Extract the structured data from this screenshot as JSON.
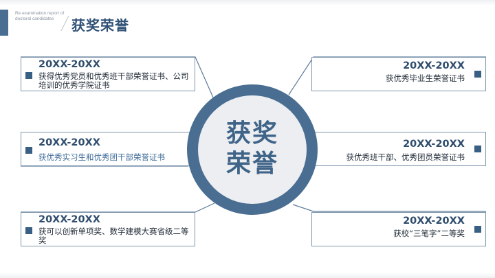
{
  "header": {
    "subtitle": "Re examination report of doctoral candidates",
    "title": "获奖荣誉"
  },
  "center": {
    "line1": "获奖",
    "line2": "荣誉"
  },
  "cards": {
    "left": [
      {
        "year": "20XX-20XX",
        "desc": "获得优秀党员和优秀班干部荣誉证书、公司培训的优秀学院证书"
      },
      {
        "year": "20XX-20XX",
        "desc": "获优秀实习生和优秀团干部荣誉证书"
      },
      {
        "year": "20XX-20XX",
        "desc": "获可以创新单项奖、数学建模大赛省级二等奖"
      }
    ],
    "right": [
      {
        "year": "20XX-20XX",
        "desc": "获优秀毕业生荣誉证书"
      },
      {
        "year": "20XX-20XX",
        "desc": "获优秀班干部、优秀团员荣誉证书"
      },
      {
        "year": "20XX-20XX",
        "desc": "获校“三笔字”二等奖"
      }
    ]
  },
  "colors": {
    "accent": "#4a6e92",
    "title": "#2f5176",
    "circle_fill": "#eceef1"
  }
}
